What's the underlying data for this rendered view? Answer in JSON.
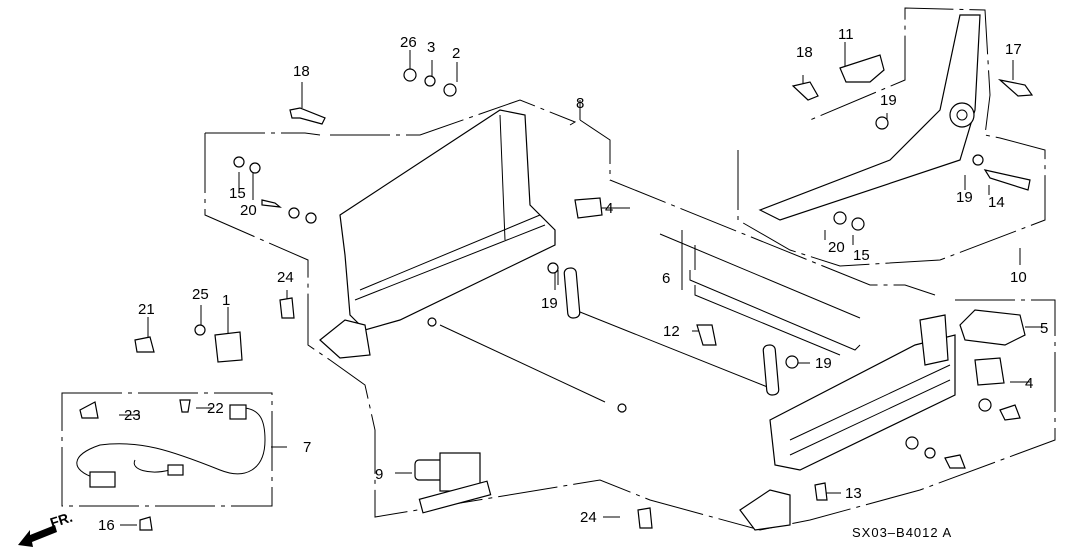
{
  "diagram": {
    "diagram_code": "SX03–B4012 A",
    "direction_label": "FR.",
    "callouts": [
      {
        "id": "c1",
        "text": "1"
      },
      {
        "id": "c2",
        "text": "2"
      },
      {
        "id": "c3",
        "text": "3"
      },
      {
        "id": "c4a",
        "text": "4"
      },
      {
        "id": "c4b",
        "text": "4"
      },
      {
        "id": "c5",
        "text": "5"
      },
      {
        "id": "c6",
        "text": "6"
      },
      {
        "id": "c7",
        "text": "7"
      },
      {
        "id": "c8",
        "text": "8"
      },
      {
        "id": "c9",
        "text": "9"
      },
      {
        "id": "c10",
        "text": "10"
      },
      {
        "id": "c11",
        "text": "11"
      },
      {
        "id": "c12",
        "text": "12"
      },
      {
        "id": "c13",
        "text": "13"
      },
      {
        "id": "c14",
        "text": "14"
      },
      {
        "id": "c15a",
        "text": "15"
      },
      {
        "id": "c15b",
        "text": "15"
      },
      {
        "id": "c16",
        "text": "16"
      },
      {
        "id": "c17",
        "text": "17"
      },
      {
        "id": "c18a",
        "text": "18"
      },
      {
        "id": "c18b",
        "text": "18"
      },
      {
        "id": "c19a",
        "text": "19"
      },
      {
        "id": "c19b",
        "text": "19"
      },
      {
        "id": "c19c",
        "text": "19"
      },
      {
        "id": "c19d",
        "text": "19"
      },
      {
        "id": "c20a",
        "text": "20"
      },
      {
        "id": "c20b",
        "text": "20"
      },
      {
        "id": "c21",
        "text": "21"
      },
      {
        "id": "c22",
        "text": "22"
      },
      {
        "id": "c23",
        "text": "23"
      },
      {
        "id": "c24a",
        "text": "24"
      },
      {
        "id": "c24b",
        "text": "24"
      },
      {
        "id": "c25",
        "text": "25"
      },
      {
        "id": "c26",
        "text": "26"
      }
    ]
  }
}
